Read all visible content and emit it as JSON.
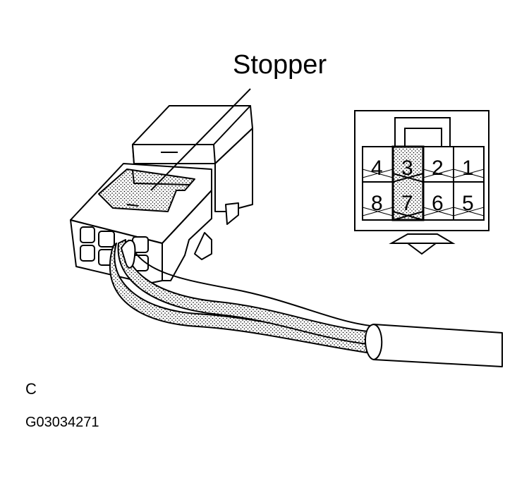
{
  "labels": {
    "callout": "Stopper",
    "view_letter": "C",
    "figure_code": "G03034271"
  },
  "terminal_pins": {
    "top_row": [
      "4",
      "3",
      "2",
      "1"
    ],
    "bottom_row": [
      "8",
      "7",
      "6",
      "5"
    ],
    "highlighted": [
      "3",
      "7"
    ]
  }
}
